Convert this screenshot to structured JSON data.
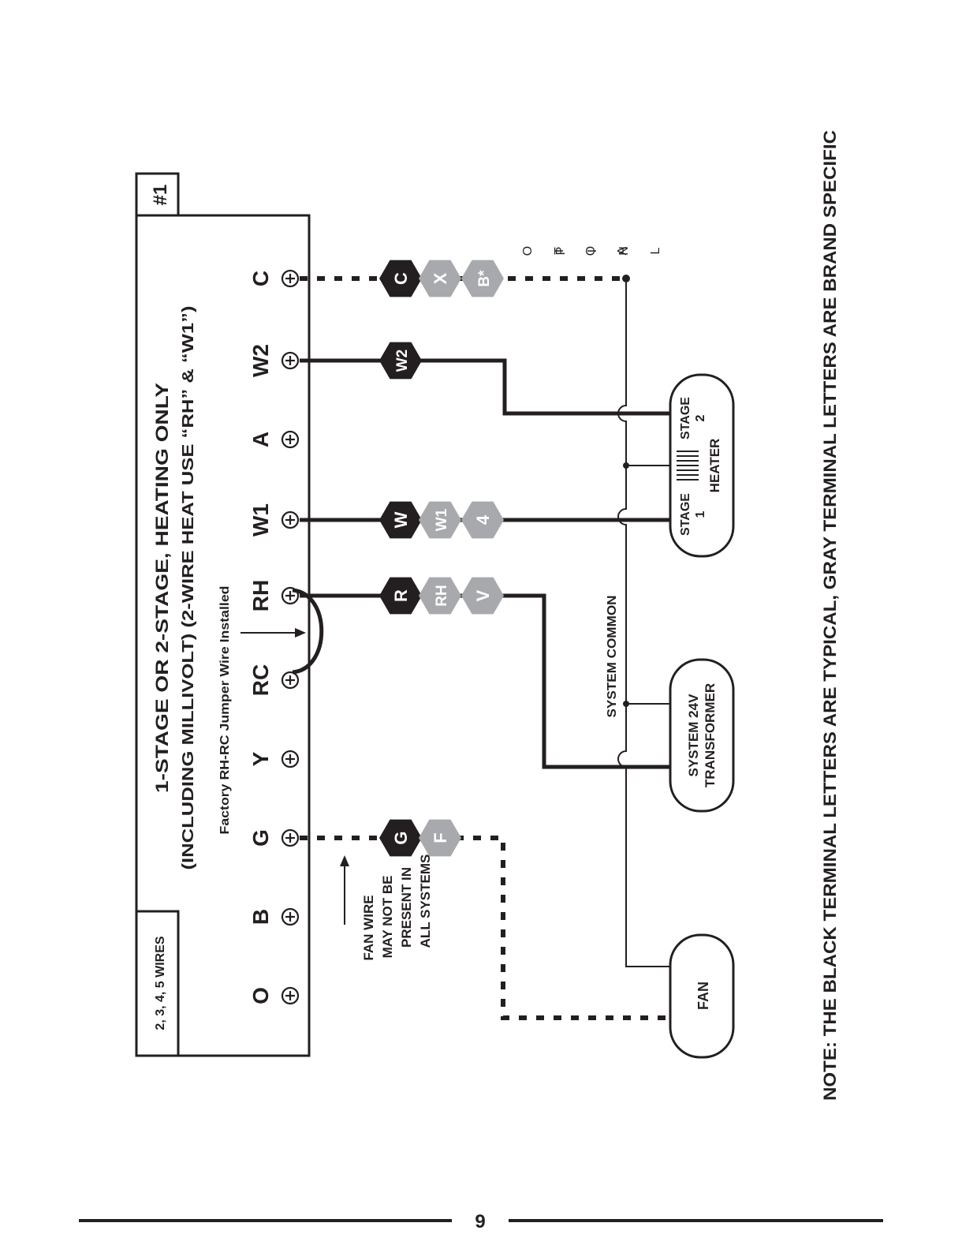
{
  "header": {
    "diagram_number": "#1",
    "wire_count": "2, 3, 4, 5 WIRES",
    "title_line1": "1-STAGE OR 2-STAGE, HEATING ONLY",
    "title_line2": "(INCLUDING MILLIVOLT)   (2-WIRE HEAT USE “RH” & “W1”)"
  },
  "jumper_note": "Factory RH-RC Jumper Wire Installed",
  "terminals": [
    "O",
    "B",
    "G",
    "Y",
    "RC",
    "RH",
    "W1",
    "A",
    "W2",
    "C"
  ],
  "fan_note": [
    "FAN WIRE",
    "MAY NOT BE",
    "PRESENT IN",
    "ALL SYSTEMS"
  ],
  "wire_tags": {
    "G": [
      "G",
      "F"
    ],
    "RH": [
      "R",
      "RH",
      "V"
    ],
    "W1": [
      "W",
      "W1",
      "4"
    ],
    "W2": [
      "W2"
    ],
    "C": [
      "C",
      "X",
      "B*"
    ]
  },
  "optional_label": "OPTIONAL",
  "system_common": "SYSTEM COMMON",
  "devices": {
    "fan": "FAN",
    "transformer_line1": "SYSTEM 24V",
    "transformer_line2": "TRANSFORMER",
    "heater": "HEATER",
    "stage1_line1": "STAGE",
    "stage1_line2": "1",
    "stage2_line1": "STAGE",
    "stage2_line2": "2"
  },
  "note": "NOTE: THE BLACK TERMINAL LETTERS ARE TYPICAL, GRAY TERMINAL LETTERS ARE BRAND SPECIFIC",
  "page_number": "9",
  "colors": {
    "black": "#231f20",
    "gray": "#a7a9ac",
    "white": "#ffffff"
  }
}
